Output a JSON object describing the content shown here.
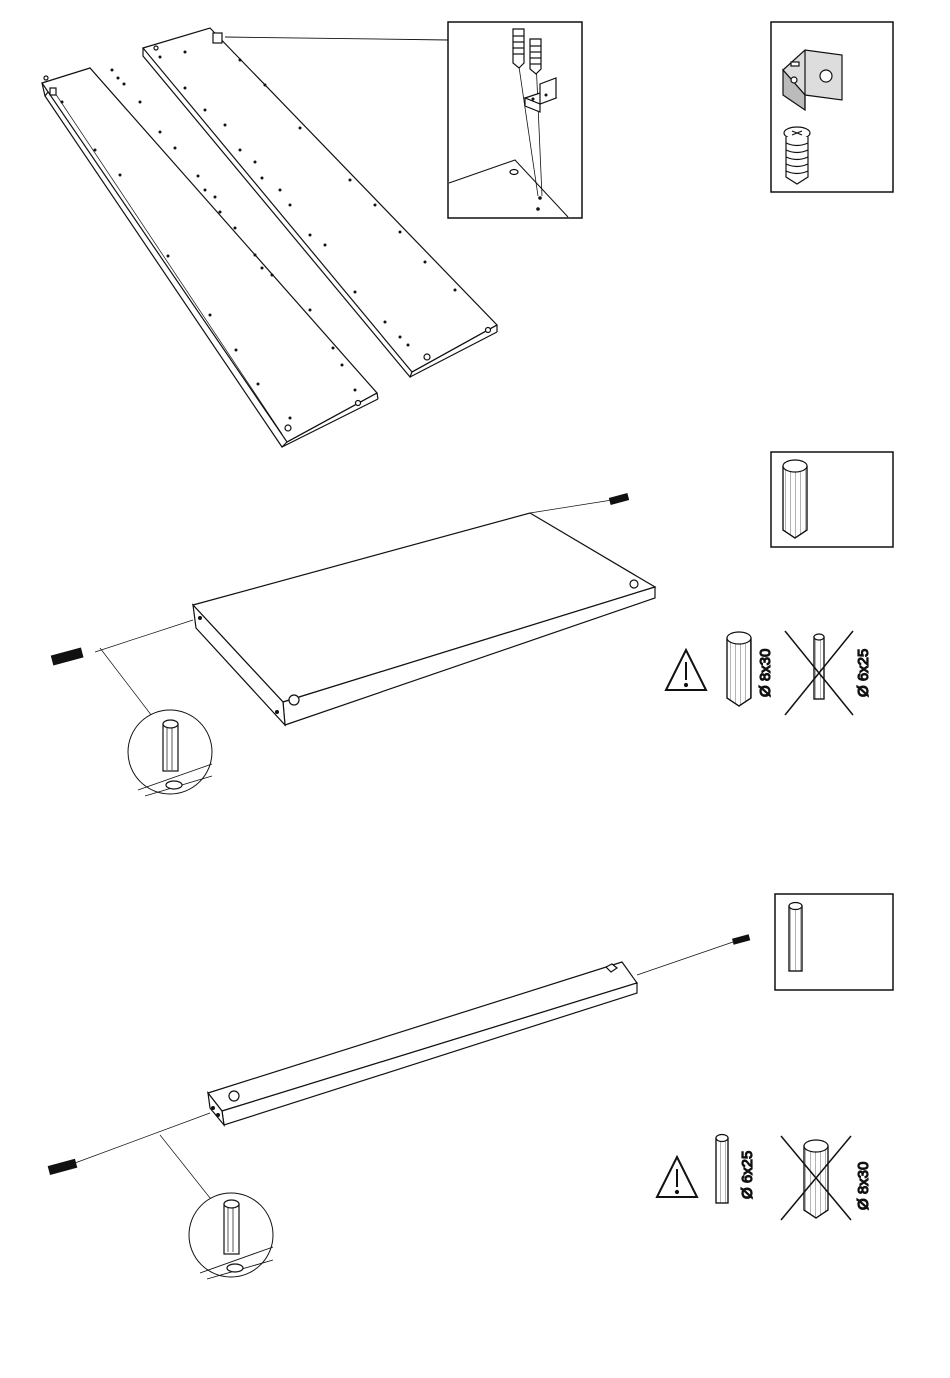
{
  "step1": {
    "icons": [
      "corner-bracket-icon",
      "cam-screw-icon"
    ]
  },
  "step2": {
    "icons": [
      "dowel-icon",
      "warning-icon"
    ],
    "correct_label": "Ø 8x30",
    "wrong_label": "Ø 6x25"
  },
  "step3": {
    "icons": [
      "thin-dowel-icon",
      "warning-icon"
    ],
    "correct_label": "Ø 6x25",
    "wrong_label": "Ø 8x30"
  },
  "colors": {
    "line": "#111111",
    "shade": "#bbbbbb",
    "background": "#ffffff"
  }
}
